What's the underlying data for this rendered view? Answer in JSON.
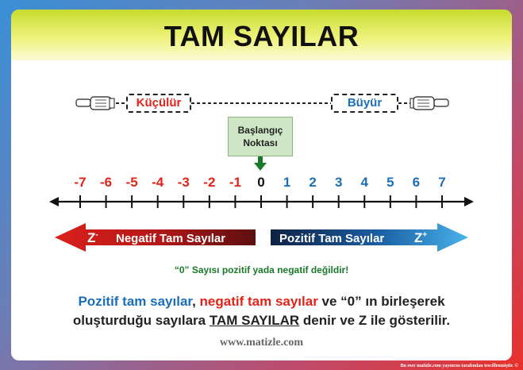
{
  "title": "TAM SAYILAR",
  "direction": {
    "smaller": "Küçülür",
    "larger": "Büyür",
    "hand_left_icon": "pointing-hand-left-icon",
    "hand_right_icon": "pointing-hand-right-icon"
  },
  "start_point": {
    "line1": "Başlangıç",
    "line2": "Noktası"
  },
  "number_line": {
    "ticks": [
      "-7",
      "-6",
      "-5",
      "-4",
      "-3",
      "-2",
      "-1",
      "0",
      "1",
      "2",
      "3",
      "4",
      "5",
      "6",
      "7"
    ]
  },
  "banners": {
    "negative": {
      "symbol": "Z",
      "sup": "-",
      "label": "Negatif Tam Sayılar"
    },
    "positive": {
      "label": "Pozitif Tam Sayılar",
      "symbol": "Z",
      "sup": "+"
    }
  },
  "note": "“0” Sayısı pozitif yada negatif değildir!",
  "paragraph": {
    "p1": "Pozitif tam sayılar",
    "p2": ", ",
    "p3": "negatif tam sayılar",
    "p4": " ve “0” ın birleşerek",
    "p5": "oluşturduğu sayılara ",
    "p6": "TAM SAYILAR",
    "p7": " denir ve Z ile gösterilir."
  },
  "website": "www.matizle.com",
  "copyright": "Bu eser matizle.com yayıncısı tarafından tescillenmiştir. ©",
  "colors": {
    "negative": "#e2231a",
    "positive": "#1b6fb8",
    "zero_marker": "#1a7a2a",
    "title_bar": "#c7dc2e"
  }
}
